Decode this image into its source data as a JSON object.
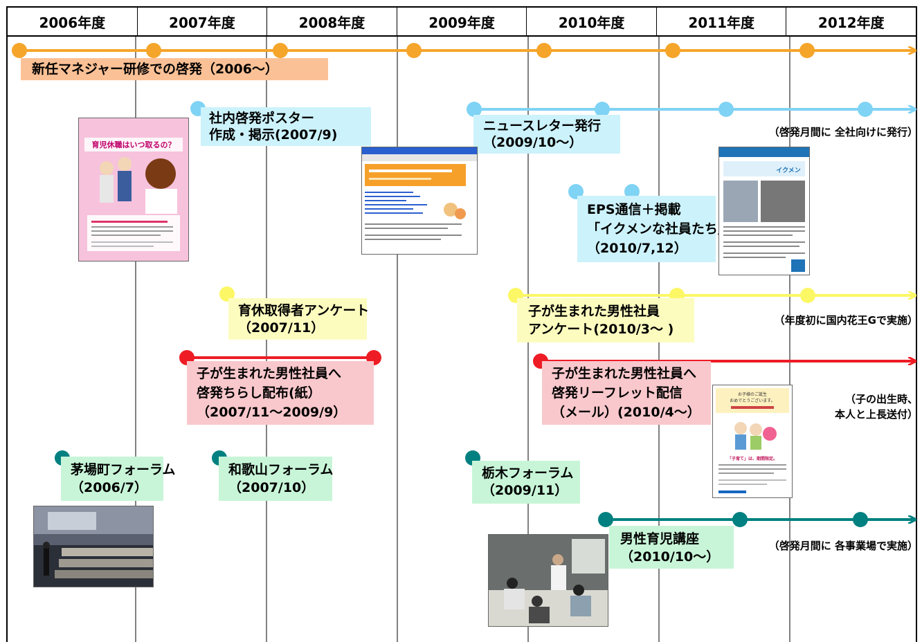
{
  "years": [
    "2006年度",
    "2007年度",
    "2008年度",
    "2009年度",
    "2010年度",
    "2011年度",
    "2012年度"
  ],
  "items": {
    "manager_training": "新任マネジャー研修での啓発（2006～）",
    "poster_line1": "社内啓発ポスター",
    "poster_line2": "作成・掲示(2007/9)",
    "newsletter_line1": "ニュースレター発行",
    "newsletter_line2": "（2009/10～）",
    "newsletter_note": "（啓発月間に 全社向けに発行）",
    "eps_line1": "EPS通信＋掲載",
    "eps_line2": "「イクメンな社員たち」",
    "eps_line3": "（2010/7,12）",
    "survey_line1": "育休取得者アンケート",
    "survey_line2": "（2007/11）",
    "survey2_line1": "子が生まれた男性社員",
    "survey2_line2": "アンケート(2010/3～ )",
    "survey2_note": "（年度初に国内花王Gで実施）",
    "flyer_line1": "子が生まれた男性社員へ",
    "flyer_line2": "啓発ちらし配布(紙）",
    "flyer_line3": "（2007/11～2009/9）",
    "leaflet_line1": "子が生まれた男性社員へ",
    "leaflet_line2": "啓発リーフレット配信",
    "leaflet_line3": "（メール）(2010/4～）",
    "leaflet_note1": "（子の出生時、",
    "leaflet_note2": "本人と上長送付）",
    "forum1_line1": "茅場町フォーラム",
    "forum1_line2": "（2006/7）",
    "forum2_line1": "和歌山フォーラム",
    "forum2_line2": "（2007/10）",
    "forum3_line1": "栃木フォーラム",
    "forum3_line2": "（2009/11）",
    "course_line1": "男性育児講座",
    "course_line2": "（2010/10～）",
    "course_note": "（啓発月間に 各事業場で実施）"
  },
  "thumbnails": {
    "poster_title": "育児休職はいつ取るの？",
    "newsletter_page_title": "イクメン",
    "leaflet_line1": "お子様のご誕生",
    "leaflet_line2": "おめでとうございます。",
    "leaflet_line3": "「子育て」は、期間限定。"
  },
  "colors": {
    "orange": "#f5a52a",
    "cyan": "#7fd3f4",
    "yellow": "#fcf764",
    "red": "#ee1c25",
    "teal": "#008080"
  }
}
